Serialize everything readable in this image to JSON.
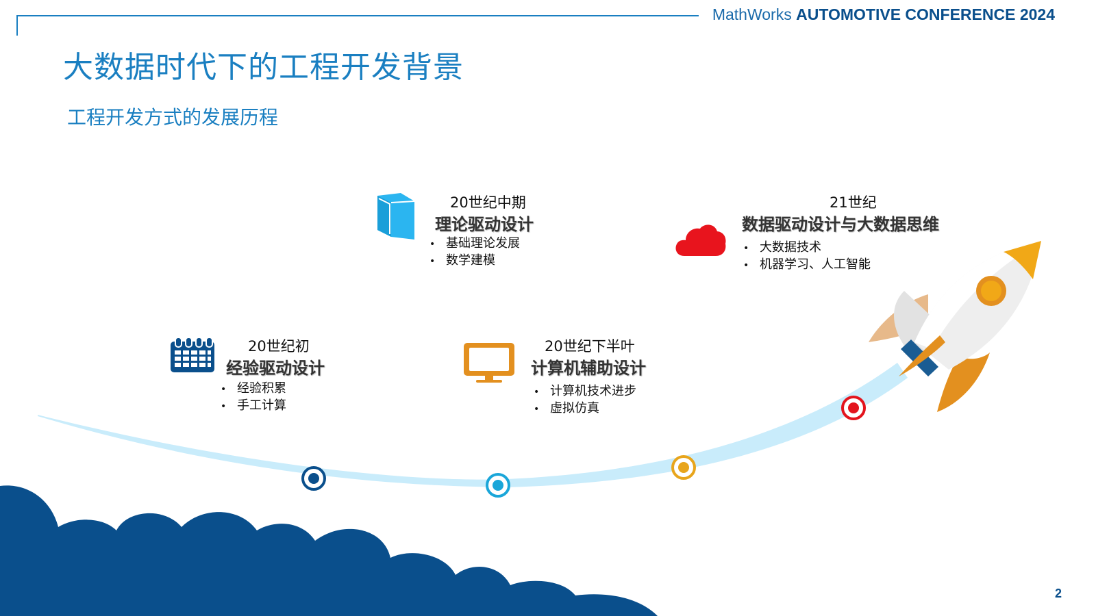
{
  "header": {
    "conference_light": "MathWorks ",
    "conference_bold": "AUTOMOTIVE CONFERENCE 2024"
  },
  "slide": {
    "title": "大数据时代下的工程开发背景",
    "subtitle": "工程开发方式的发展历程",
    "page_number": "2"
  },
  "eras": [
    {
      "period": "20世纪初",
      "heading": "经验驱动设计",
      "bullets": [
        "经验积累",
        "手工计算"
      ],
      "icon": "calendar-icon",
      "color": "#0a4f8c"
    },
    {
      "period": "20世纪中期",
      "heading": "理论驱动设计",
      "bullets": [
        "基础理论发展",
        "数学建模"
      ],
      "icon": "book-icon",
      "color": "#2bb5f0"
    },
    {
      "period": "20世纪下半叶",
      "heading": "计算机辅助设计",
      "bullets": [
        "计算机技术进步",
        "虚拟仿真"
      ],
      "icon": "monitor-icon",
      "color": "#e3901f"
    },
    {
      "period": "21世纪",
      "heading": "数据驱动设计与大数据思维",
      "bullets": [
        "大数据技术",
        "机器学习、人工智能"
      ],
      "icon": "cloud-icon",
      "color": "#e8141d"
    }
  ],
  "timeline_markers": [
    "#0a4f8c",
    "#1aa6d9",
    "#e8a51c",
    "#e3141d"
  ],
  "colors": {
    "accent": "#1a7fc1",
    "dark_blue": "#0a4f8c",
    "trail": "#c9ecfb"
  }
}
